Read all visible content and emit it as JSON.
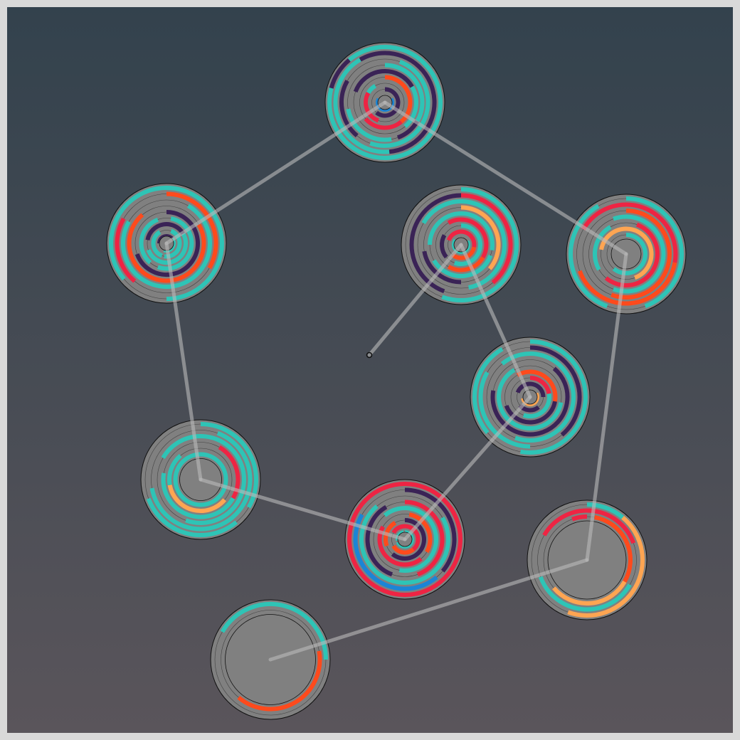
{
  "board": {
    "colors": {
      "frame": "#d9d9d9",
      "background_top": "#33424d",
      "background_bottom": "#5a555b",
      "connector": "#bbbbbb",
      "empty_track": "#888888",
      "core": "#808080",
      "outline": "#111111"
    },
    "palette": {
      "T": "#2ec4b6",
      "P": "#3a2356",
      "R": "#ee2443",
      "O": "#ff4a1c",
      "A": "#ffa552",
      "B": "#1b85d6"
    },
    "rings": [
      {
        "id": "top",
        "tracks": [
          [
            [
              "T",
              0,
              285
            ],
            [
              "P",
              285,
              320
            ],
            [
              "T",
              320,
              360
            ]
          ],
          [
            [
              "P",
              0,
              175
            ],
            [
              "T",
              175,
              330
            ],
            [
              "P",
              330,
              360
            ]
          ],
          [
            [
              "T",
              20,
              200
            ],
            [
              "P",
              220,
              300
            ]
          ],
          [
            [
              "T",
              0,
              120
            ],
            [
              "P",
              120,
              160
            ],
            [
              "T",
              170,
              260
            ]
          ],
          [
            [
              "P",
              290,
              60
            ],
            [
              "T",
              60,
              140
            ]
          ],
          [
            [
              "O",
              0,
              140
            ],
            [
              "R",
              140,
              230
            ]
          ],
          [
            [
              "R",
              200,
              300
            ],
            [
              "T",
              300,
              330
            ]
          ],
          [
            [
              "P",
              0,
              220
            ]
          ],
          [
            [
              "B",
              60,
              300
            ]
          ]
        ]
      },
      {
        "id": "upper-left",
        "tracks": [
          [
            [
              "T",
              0,
              180
            ],
            [
              "T",
              230,
              360
            ]
          ],
          [
            [
              "O",
              0,
              120
            ],
            [
              "R",
              220,
              300
            ]
          ],
          [
            [
              "T",
              30,
              300
            ]
          ],
          [
            [
              "O",
              60,
              320
            ]
          ],
          [
            [
              "P",
              0,
              250
            ]
          ],
          [
            [
              "T",
              10,
              200
            ],
            [
              "T",
              220,
              340
            ]
          ],
          [
            [
              "P",
              280,
              60
            ],
            [
              "T",
              60,
              250
            ]
          ],
          [
            [
              "T",
              20,
              190
            ],
            [
              "T",
              200,
              330
            ]
          ],
          [
            [
              "P",
              270,
              50
            ],
            [
              "T",
              50,
              200
            ]
          ]
        ]
      },
      {
        "id": "center",
        "tracks": [
          [
            [
              "T",
              0,
              200
            ]
          ],
          [
            [
              "P",
              200,
              360
            ],
            [
              "R",
              0,
              140
            ]
          ],
          [
            [
              "T",
              300,
              170
            ]
          ],
          [
            [
              "A",
              0,
              130
            ],
            [
              "P",
              180,
              260
            ]
          ],
          [
            [
              "T",
              270,
              100
            ],
            [
              "T",
              110,
              240
            ]
          ],
          [
            [
              "R",
              330,
              120
            ],
            [
              "O",
              120,
              210
            ]
          ],
          [
            [
              "T",
              0,
              200
            ],
            [
              "P",
              230,
              300
            ]
          ],
          [
            [
              "R",
              290,
              100
            ],
            [
              "O",
              100,
              220
            ]
          ],
          [
            [
              "T",
              60,
              310
            ]
          ]
        ]
      },
      {
        "id": "upper-right",
        "tracks": [
          [
            [
              "T",
              0,
              160
            ],
            [
              "T",
              200,
              330
            ]
          ],
          [
            [
              "R",
              300,
              100
            ],
            [
              "O",
              100,
              250
            ]
          ],
          [
            [
              "O",
              0,
              200
            ]
          ],
          [
            [
              "T",
              340,
              200
            ]
          ],
          [
            [
              "R",
              20,
              220
            ],
            [
              "T",
              240,
              330
            ]
          ],
          [
            [
              "A",
              280,
              160
            ]
          ],
          [
            [
              "T",
              0,
              220
            ]
          ]
        ]
      },
      {
        "id": "mid-right",
        "tracks": [
          [
            [
              "T",
              0,
              190
            ],
            [
              "T",
              230,
              330
            ]
          ],
          [
            [
              "P",
              0,
              140
            ],
            [
              "T",
              180,
              300
            ]
          ],
          [
            [
              "T",
              320,
              200
            ]
          ],
          [
            [
              "P",
              40,
              280
            ]
          ],
          [
            [
              "T",
              100,
              330
            ]
          ],
          [
            [
              "O",
              330,
              100
            ],
            [
              "P",
              100,
              250
            ]
          ],
          [
            [
              "R",
              0,
              80
            ],
            [
              "T",
              80,
              200
            ]
          ],
          [
            [
              "P",
              290,
              90
            ],
            [
              "P",
              140,
              230
            ]
          ],
          [
            [
              "A",
              60,
              260
            ]
          ]
        ]
      },
      {
        "id": "lower-left",
        "tracks": [
          [
            [
              "T",
              0,
              120
            ],
            [
              "T",
              140,
              250
            ]
          ],
          [
            [
              "T",
              20,
              260
            ]
          ],
          [
            [
              "T",
              300,
              200
            ]
          ],
          [
            [
              "R",
              30,
              120
            ],
            [
              "T",
              120,
              280
            ]
          ],
          [
            [
              "A",
              130,
              260
            ],
            [
              "T",
              260,
              320
            ]
          ],
          [
            [
              "T",
              0,
              360
            ]
          ]
        ]
      },
      {
        "id": "lower-center",
        "tracks": [
          [
            [
              "R",
              0,
              360
            ]
          ],
          [
            [
              "P",
              0,
              130
            ],
            [
              "B",
              140,
              300
            ]
          ],
          [
            [
              "T",
              60,
              320
            ]
          ],
          [
            [
              "R",
              0,
              160
            ],
            [
              "P",
              200,
              330
            ]
          ],
          [
            [
              "T",
              320,
              190
            ]
          ],
          [
            [
              "O",
              10,
              120
            ],
            [
              "R",
              140,
              300
            ]
          ],
          [
            [
              "P",
              0,
              220
            ],
            [
              "O",
              250,
              330
            ]
          ],
          [
            [
              "R",
              300,
              140
            ],
            [
              "O",
              140,
              240
            ]
          ],
          [
            [
              "T",
              0,
              250
            ],
            [
              "T",
              260,
              350
            ]
          ]
        ]
      },
      {
        "id": "lower-right",
        "tracks": [
          [
            [
              "T",
              0,
              40
            ],
            [
              "A",
              40,
              200
            ]
          ],
          [
            [
              "T",
              120,
              250
            ],
            [
              "R",
              300,
              70
            ]
          ],
          [
            [
              "O",
              10,
              120
            ],
            [
              "A",
              120,
              230
            ],
            [
              "R",
              340,
              360
            ]
          ]
        ]
      },
      {
        "id": "bottom",
        "tracks": [
          [
            [
              "T",
              300,
              90
            ]
          ],
          [
            [
              "O",
              80,
              220
            ]
          ]
        ]
      }
    ]
  }
}
